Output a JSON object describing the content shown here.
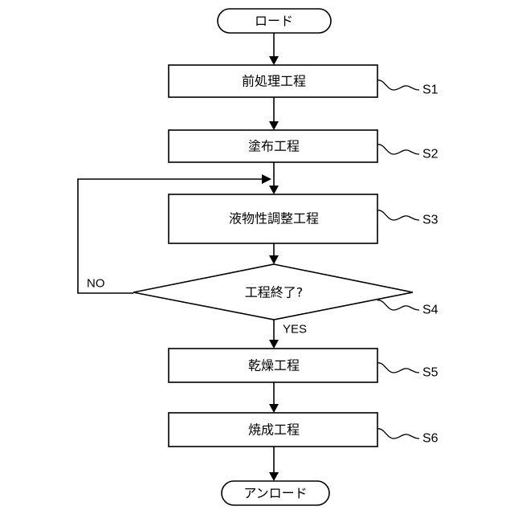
{
  "flowchart": {
    "start": {
      "text": "ロード"
    },
    "end": {
      "text": "アンロード"
    },
    "steps": [
      {
        "id": "S1",
        "text": "前処理工程"
      },
      {
        "id": "S2",
        "text": "塗布工程"
      },
      {
        "id": "S3",
        "text": "液物性調整工程"
      },
      {
        "id": "S4",
        "text": "工程終了?"
      },
      {
        "id": "S5",
        "text": "乾燥工程"
      },
      {
        "id": "S6",
        "text": "焼成工程"
      }
    ],
    "branches": {
      "no": "NO",
      "yes": "YES"
    }
  }
}
